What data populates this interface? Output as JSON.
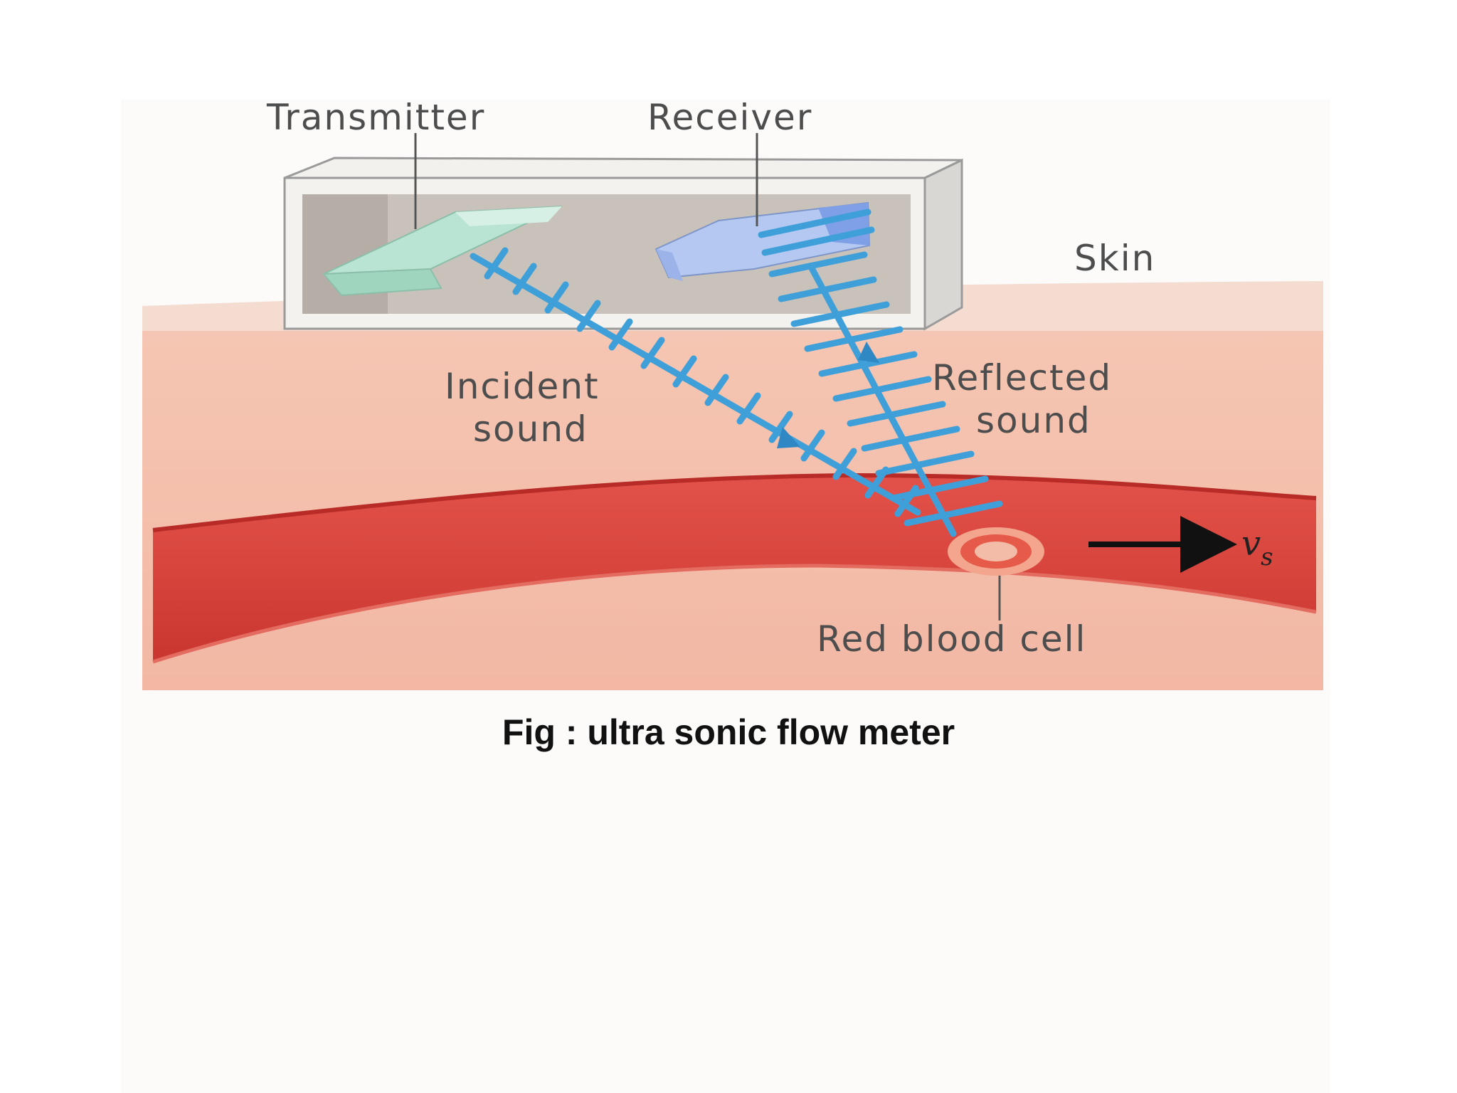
{
  "labels": {
    "transmitter": "Transmitter",
    "receiver": "Receiver",
    "skin": "Skin",
    "incident_line1": "Incident",
    "incident_line2": "sound",
    "reflected_line1": "Reflected",
    "reflected_line2": "sound",
    "velocity_symbol": "v",
    "velocity_subscript": "s",
    "red_blood_cell": "Red blood cell"
  },
  "caption": "Fig : ultra sonic flow meter",
  "icons": [
    "transmitter-crystal-icon",
    "receiver-crystal-icon",
    "red-blood-cell-icon",
    "velocity-arrow-icon"
  ],
  "colors": {
    "skin_surface": "#f3d8cc",
    "tissue": "#efb6a1",
    "vessel": "#d8443c",
    "sound_wave": "#3f9fd8",
    "transmitter": "#b9e3d2",
    "receiver": "#b4c8f2"
  }
}
